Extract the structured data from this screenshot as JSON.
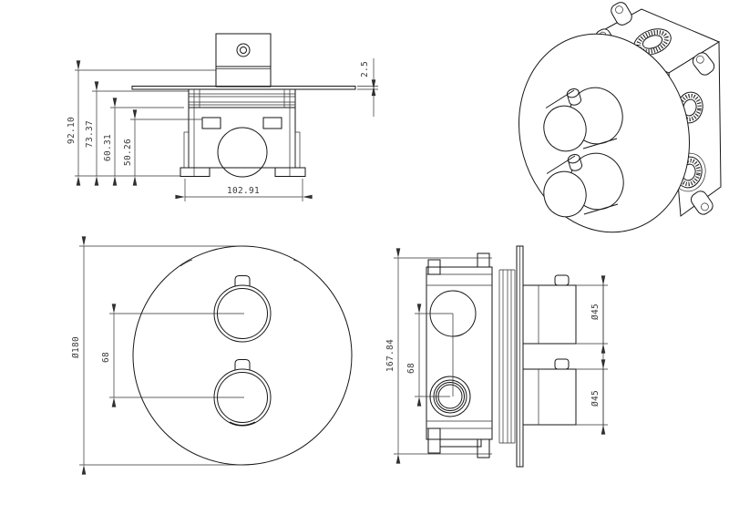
{
  "page": {
    "background": "#ffffff",
    "line_color": "#161616",
    "dim_text_color": "#3a3a3a"
  },
  "views": {
    "front_elevation": {
      "dims": {
        "overall_height": "92.10",
        "plate_to_base": "73.37",
        "trim_to_base": "60.31",
        "body_to_base": "50.26",
        "body_width": "102.91",
        "plate_thickness": "2.5"
      }
    },
    "front_face": {
      "dims": {
        "plate_diameter": "Ø180",
        "handle_spacing": "68"
      }
    },
    "side_view": {
      "dims": {
        "overall_height": "167.84",
        "handle_spacing": "68",
        "upper_handle_diameter": "Ø45",
        "lower_handle_diameter": "Ø45"
      }
    }
  }
}
